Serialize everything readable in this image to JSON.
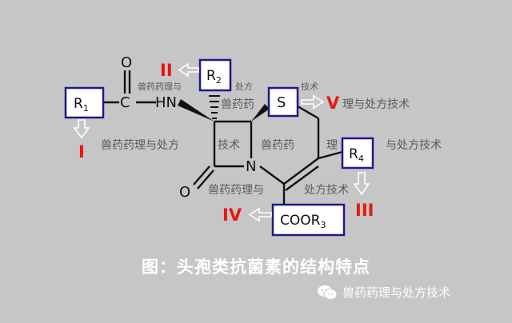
{
  "diagram": {
    "atoms": {
      "o_top": "O",
      "c_carbonyl": "C",
      "hn": "HN",
      "s": "S",
      "n": "N",
      "o_lactam": "O"
    },
    "groups": {
      "r1": {
        "base": "R",
        "sub": "1"
      },
      "r2": {
        "base": "R",
        "sub": "2"
      },
      "r4": {
        "base": "R",
        "sub": "4"
      },
      "coor3": {
        "base": "COOR",
        "sub": "3"
      }
    },
    "positions": {
      "r1": "I",
      "r2": "II",
      "r4": "III",
      "coor3": "IV",
      "s": "V"
    },
    "watermarks": {
      "w1": "兽药药理与",
      "w2": "处方",
      "w3": "兽药药",
      "w4": "技术",
      "w5": "理与处方技术",
      "w6": "兽药药理与处方",
      "w7": "技术",
      "w8": "兽药药",
      "w9": "理",
      "w10": "与处方技术",
      "w11": "兽药药理与",
      "w12": "处方技术"
    },
    "caption": "图：头孢类抗菌素的结构特点",
    "brand": "兽药药理与处方技术",
    "colors": {
      "background": "#c6c6c6",
      "box_border": "#1a1a8c",
      "roman": "#e8160f",
      "arrow": "#ffffff"
    }
  }
}
